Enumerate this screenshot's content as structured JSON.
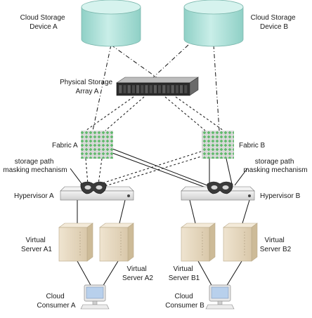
{
  "storage_devices": [
    {
      "id": "a",
      "lines": [
        "Cloud Storage",
        "Device A"
      ]
    },
    {
      "id": "b",
      "lines": [
        "Cloud Storage",
        "Device B"
      ]
    }
  ],
  "storage_array": {
    "lines": [
      "Physical Storage",
      "Array A"
    ]
  },
  "fabrics": [
    {
      "id": "a",
      "label": "Fabric A"
    },
    {
      "id": "b",
      "label": "Fabric B"
    }
  ],
  "masking": [
    {
      "id": "a",
      "lines": [
        "storage path",
        "masking mechanism"
      ]
    },
    {
      "id": "b",
      "lines": [
        "storage path",
        "masking mechanism"
      ]
    }
  ],
  "hypervisors": [
    {
      "id": "a",
      "label": "Hypervisor A"
    },
    {
      "id": "b",
      "label": "Hypervisor B"
    }
  ],
  "virtual_servers": [
    {
      "id": "a1",
      "lines": [
        "Virtual",
        "Server A1"
      ]
    },
    {
      "id": "a2",
      "lines": [
        "Virtual",
        "Server A2"
      ]
    },
    {
      "id": "b1",
      "lines": [
        "Virtual",
        "Server B1"
      ]
    },
    {
      "id": "b2",
      "lines": [
        "Virtual",
        "Server B2"
      ]
    }
  ],
  "consumers": [
    {
      "id": "a",
      "lines": [
        "Cloud",
        "Consumer A"
      ]
    },
    {
      "id": "b",
      "lines": [
        "Cloud",
        "Consumer B"
      ]
    }
  ],
  "colors": {
    "cylinder": "#aee0d8",
    "cylinder_top": "#d6f3ee",
    "fabric_dot": "#6cbf74",
    "fabric_bg": "#cfcfcf",
    "server_beige": "#e6d8bf",
    "hypervisor_gray": "#e4e4e4",
    "line": "#111111"
  }
}
